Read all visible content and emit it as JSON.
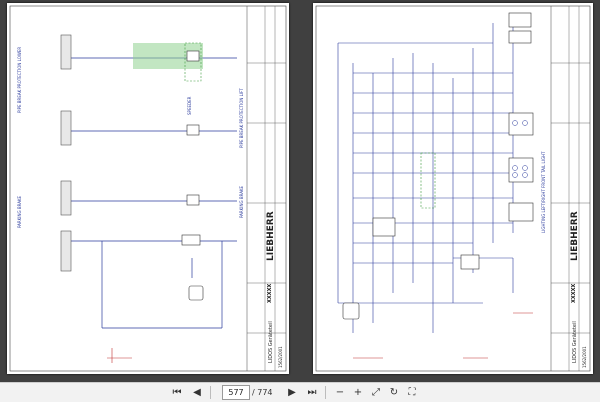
{
  "viewer": {
    "current_page": "577",
    "page_separator": "/",
    "total_pages": "774",
    "icons": {
      "first": "first-page-icon",
      "prev": "previous-page-icon",
      "next": "next-page-icon",
      "last": "last-page-icon",
      "zoom_out": "zoom-out-icon",
      "zoom_in": "zoom-in-icon",
      "fit": "fit-page-icon",
      "rotate": "rotate-icon",
      "fullscreen": "fullscreen-icon"
    },
    "glyphs": {
      "first": "⏮",
      "prev": "◀",
      "next": "▶",
      "last": "⏭",
      "zoom_out": "−",
      "zoom_in": "+",
      "fit": "⤢",
      "rotate": "↻",
      "fullscreen": "⛶"
    }
  },
  "left_page": {
    "labels": {
      "pipe_brake": "PIPE BREAK PROTECTION LOWER",
      "speeder": "SPEEDER",
      "parking_brake": "PARKING BRAKE",
      "pipe_brake_right": "PIPE BREAK PROTECTION LIFT",
      "parking_brake_right": "PARKING BRAKE",
      "brand": "LIEBHERR",
      "model": "XXXXX",
      "subtitle": "LIDOS Geräteteil",
      "sheet": "1562/2001"
    }
  },
  "right_page": {
    "labels": {
      "lights_title": "LIGHTING LEFT/RIGHT FRONT TAIL LIGHT",
      "brand": "LIEBHERR",
      "model": "XXXXX",
      "subtitle": "LIDOS Geräteteil",
      "sheet": "1562/2001"
    }
  },
  "colors": {
    "wire_blue": "#2a3a9c",
    "wire_red": "#c03030",
    "highlight_green": "#8fd18f",
    "frame": "#444444"
  }
}
